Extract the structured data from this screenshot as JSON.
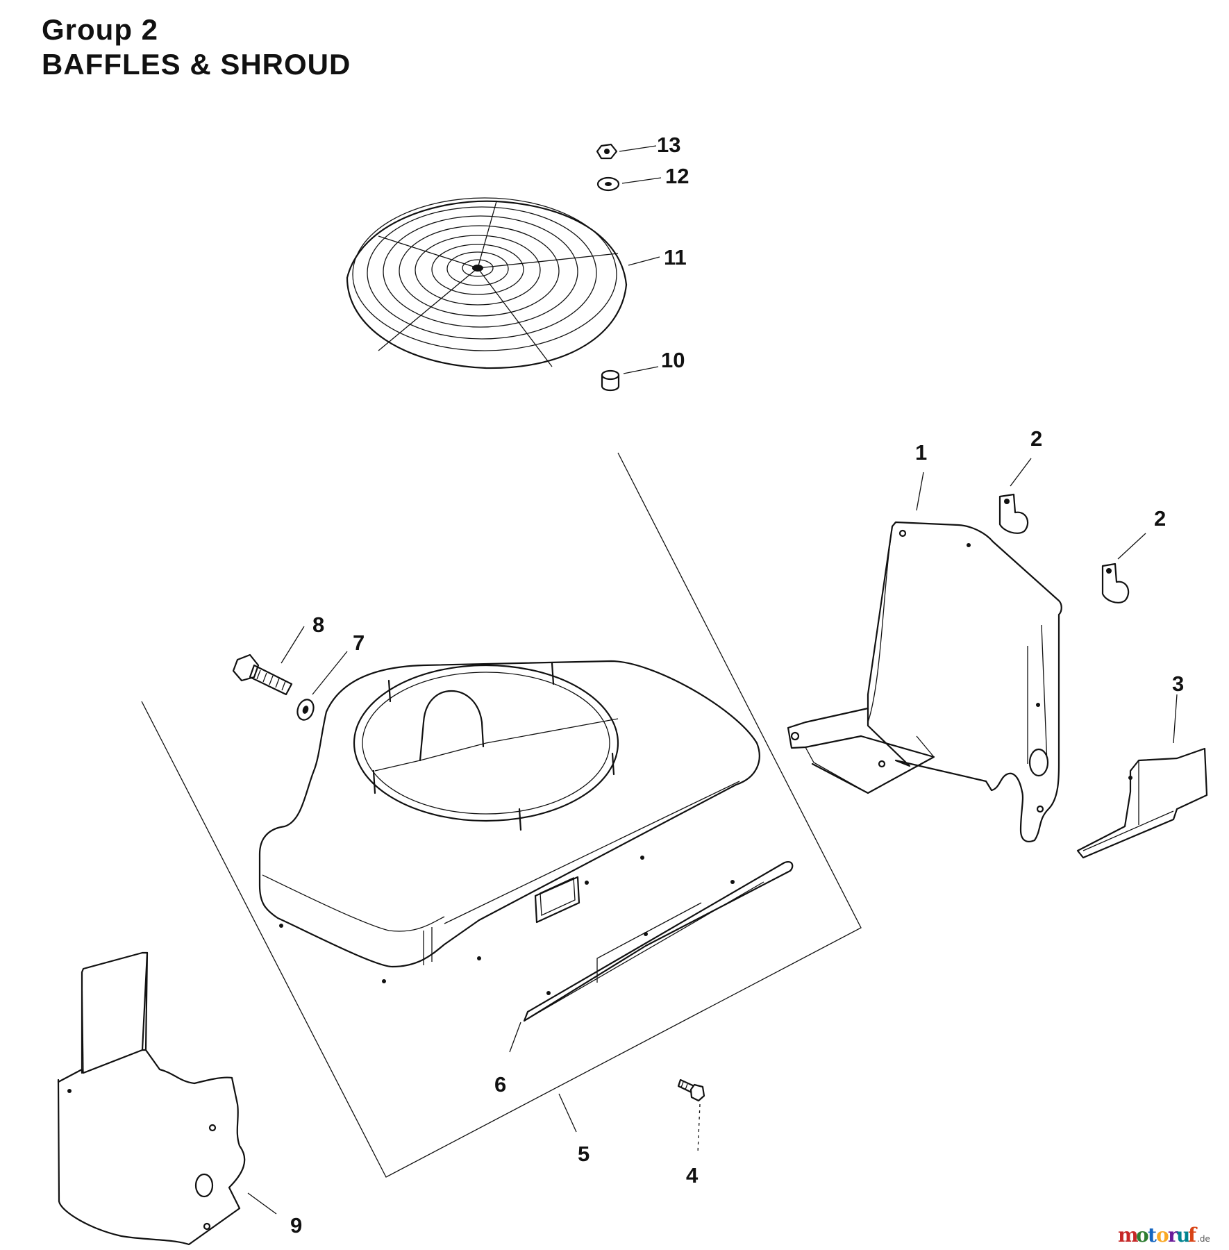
{
  "header": {
    "group": "Group 2",
    "section": "BAFFLES & SHROUD"
  },
  "callouts": {
    "p1": "1",
    "p2a": "2",
    "p2b": "2",
    "p3": "3",
    "p4": "4",
    "p5": "5",
    "p6": "6",
    "p7": "7",
    "p8": "8",
    "p9": "9",
    "p10": "10",
    "p11": "11",
    "p12": "12",
    "p13": "13"
  },
  "watermark": {
    "colors": [
      "#c62828",
      "#2e7d32",
      "#1565c0",
      "#f9a825",
      "#6a1b9a",
      "#00838f",
      "#d84315"
    ]
  }
}
